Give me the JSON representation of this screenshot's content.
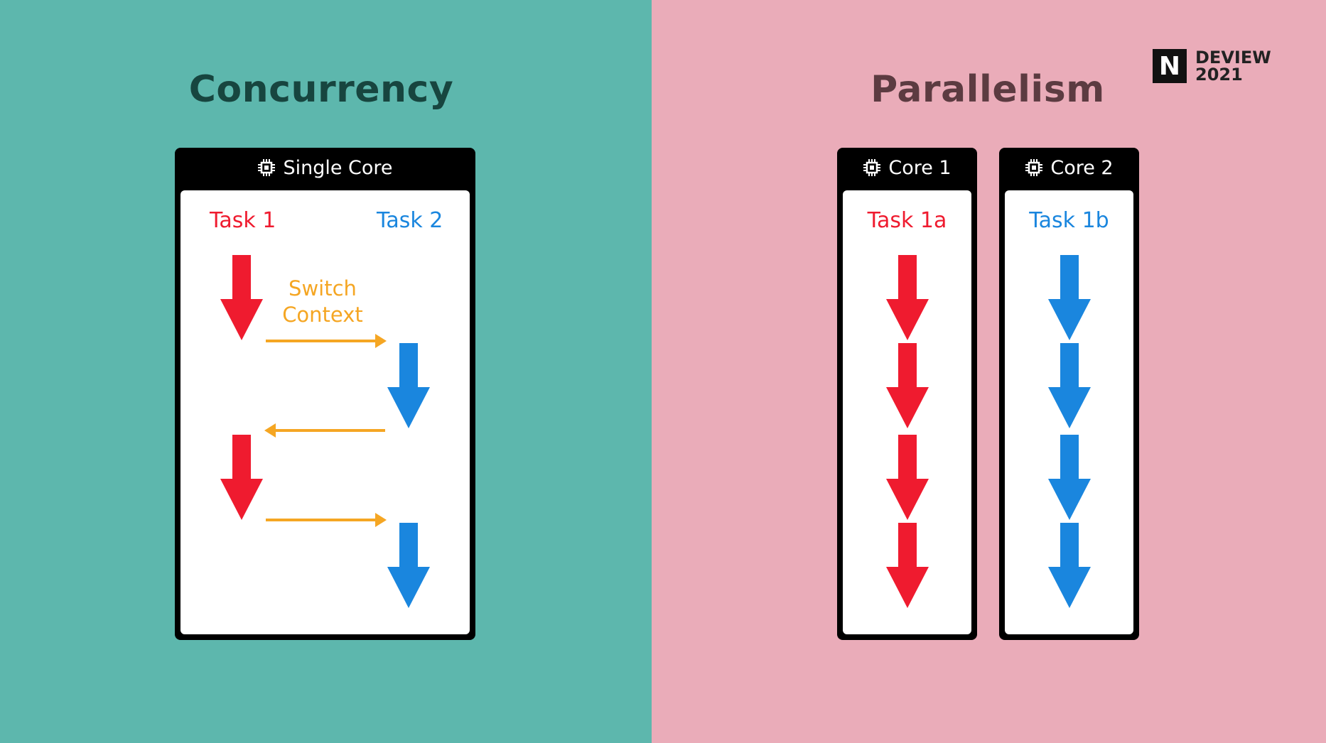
{
  "concurrency": {
    "title": "Concurrency",
    "core_label": "Single Core",
    "task1_label": "Task 1",
    "task2_label": "Task 2",
    "switch_line1": "Switch",
    "switch_line2": "Context"
  },
  "parallelism": {
    "title": "Parallelism",
    "core1_label": "Core 1",
    "core2_label": "Core 2",
    "task1a_label": "Task 1a",
    "task1b_label": "Task 1b"
  },
  "logo": {
    "mark": "N",
    "line1": "DEVIEW",
    "line2": "2021"
  },
  "colors": {
    "left_bg": "#5db7ad",
    "right_bg": "#eaacb9",
    "task_red": "#ef1b2f",
    "task_blue": "#1a86de",
    "switch_orange": "#f5a623"
  }
}
